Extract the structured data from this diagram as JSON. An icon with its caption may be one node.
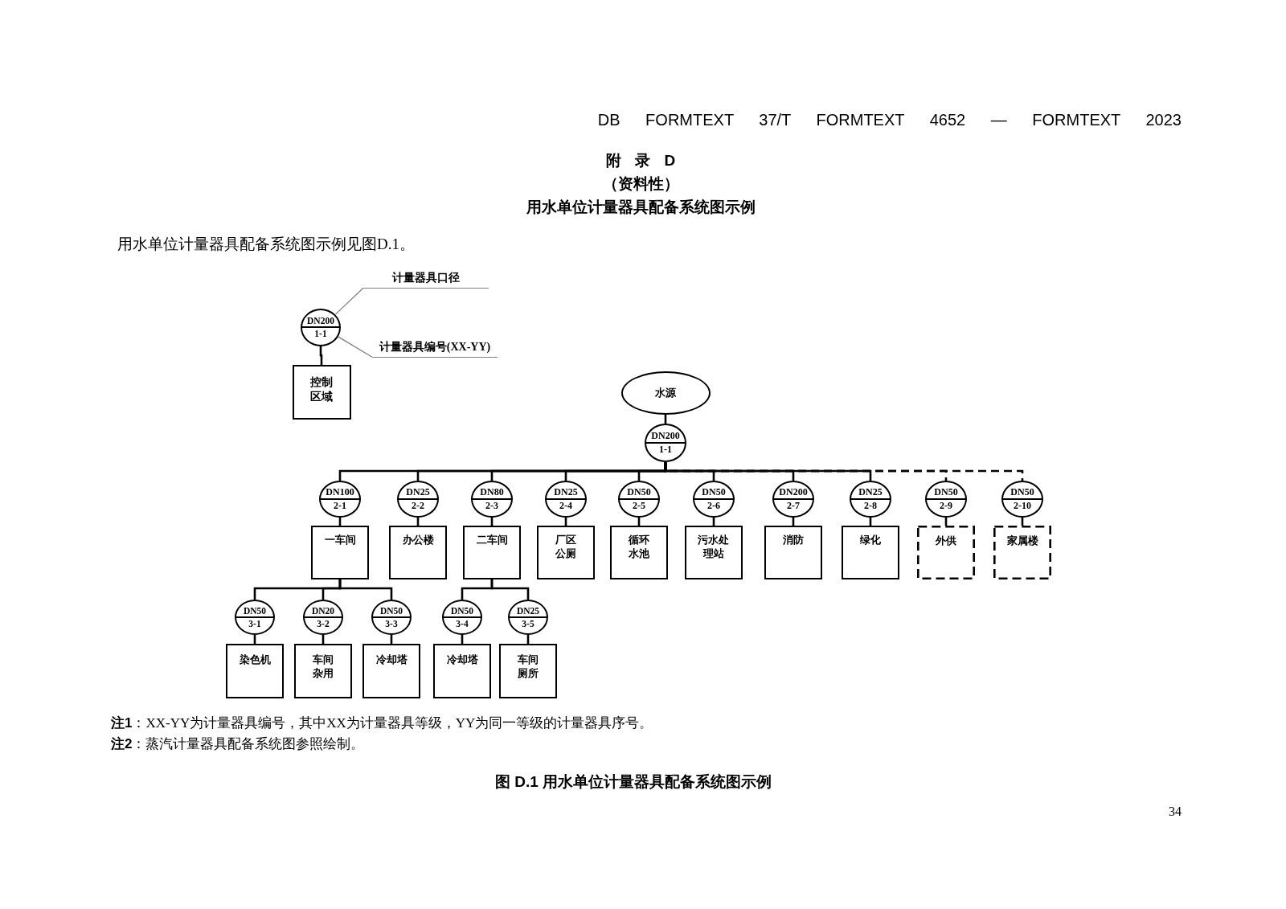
{
  "diagram": {
    "title": "用水单位计量器具配备系统图示例",
    "caption": "图 D.1 用水单位计量器具配备系统图示例",
    "nodes": [
      {
        "text": [
          "计量器具口径"
        ]
      },
      {
        "text": [
          "DN200",
          "1-1"
        ]
      },
      {
        "text": [
          "计量器具编号(XX-YY)"
        ]
      },
      {
        "text": [
          "控制区域"
        ]
      },
      {
        "text": [
          "水源"
        ]
      },
      {
        "text": [
          "DN200",
          "1-1"
        ]
      },
      {
        "text": [
          "DN100",
          "2-1"
        ]
      },
      {
        "text": [
          "DN25",
          "2-2"
        ]
      },
      {
        "text": [
          "DN80",
          "2-3"
        ]
      },
      {
        "text": [
          "DN25",
          "2-4"
        ]
      },
      {
        "text": [
          "DN50",
          "2-5"
        ]
      },
      {
        "text": [
          "DN50",
          "2-6"
        ]
      },
      {
        "text": [
          "DN200",
          "2-7"
        ]
      },
      {
        "text": [
          "DN25",
          "2-8"
        ]
      },
      {
        "text": [
          "DN50",
          "2-9"
        ]
      },
      {
        "text": [
          "DN50",
          "2-10"
        ]
      },
      {
        "text": [
          "一车间"
        ]
      },
      {
        "text": [
          "办公楼"
        ]
      },
      {
        "text": [
          "二车间"
        ]
      },
      {
        "text": [
          "厂区公厕"
        ]
      },
      {
        "text": [
          "循环水池"
        ]
      },
      {
        "text": [
          "污水处理站"
        ]
      },
      {
        "text": [
          "消防"
        ]
      },
      {
        "text": [
          "绿化"
        ]
      },
      {
        "text": [
          "外供"
        ]
      },
      {
        "text": [
          "家属楼"
        ]
      },
      {
        "text": [
          "DN50",
          "3-1"
        ]
      },
      {
        "text": [
          "DN20",
          "3-2"
        ]
      },
      {
        "text": [
          "DN50",
          "3-3"
        ]
      },
      {
        "text": [
          "DN50",
          "3-4"
        ]
      },
      {
        "text": [
          "DN25",
          "3-5"
        ]
      },
      {
        "text": [
          "染色机"
        ]
      },
      {
        "text": [
          "车间杂用"
        ]
      },
      {
        "text": [
          "冷却塔"
        ]
      },
      {
        "text": [
          "冷却塔"
        ]
      },
      {
        "text": [
          "车间厕所"
        ]
      }
    ],
    "edges": [
      {
        "from": 0,
        "to": 1,
        "arrow": "none",
        "color": "#7f7f7f"
      },
      {
        "from": 2,
        "to": 1,
        "arrow": "none",
        "color": "#7f7f7f"
      },
      {
        "from": 1,
        "to": 3,
        "arrow": "none"
      },
      {
        "from": 4,
        "to": 5,
        "arrow": "none"
      },
      {
        "from": 5,
        "to": 6,
        "arrow": "none"
      },
      {
        "from": 5,
        "to": 7,
        "arrow": "none"
      },
      {
        "from": 5,
        "to": 8,
        "arrow": "none"
      },
      {
        "from": 5,
        "to": 9,
        "arrow": "none"
      },
      {
        "from": 5,
        "to": 10,
        "arrow": "none"
      },
      {
        "from": 5,
        "to": 11,
        "arrow": "none"
      },
      {
        "from": 5,
        "to": 12,
        "arrow": "none"
      },
      {
        "from": 5,
        "to": 13,
        "arrow": "none"
      },
      {
        "from": 5,
        "to": 14,
        "arrow": "none",
        "style": "dashed"
      },
      {
        "from": 5,
        "to": 15,
        "arrow": "none",
        "style": "dashed"
      },
      {
        "from": 6,
        "to": 16,
        "arrow": "none"
      },
      {
        "from": 7,
        "to": 17,
        "arrow": "none"
      },
      {
        "from": 8,
        "to": 18,
        "arrow": "none"
      },
      {
        "from": 9,
        "to": 19,
        "arrow": "none"
      },
      {
        "from": 10,
        "to": 20,
        "arrow": "none"
      },
      {
        "from": 11,
        "to": 21,
        "arrow": "none"
      },
      {
        "from": 12,
        "to": 22,
        "arrow": "none"
      },
      {
        "from": 13,
        "to": 23,
        "arrow": "none"
      },
      {
        "from": 14,
        "to": 24,
        "arrow": "none"
      },
      {
        "from": 15,
        "to": 25,
        "arrow": "none"
      },
      {
        "from": 16,
        "to": 26,
        "arrow": "none"
      },
      {
        "from": 16,
        "to": 27,
        "arrow": "none"
      },
      {
        "from": 16,
        "to": 28,
        "arrow": "none"
      },
      {
        "from": 18,
        "to": 29,
        "arrow": "none"
      },
      {
        "from": 18,
        "to": 30,
        "arrow": "none"
      },
      {
        "from": 26,
        "to": 31,
        "arrow": "none"
      },
      {
        "from": 27,
        "to": 32,
        "arrow": "none"
      },
      {
        "from": 28,
        "to": 33,
        "arrow": "none"
      },
      {
        "from": 29,
        "to": 34,
        "arrow": "none"
      },
      {
        "from": 30,
        "to": 35,
        "arrow": "none"
      }
    ],
    "labels": [
      "DB FORMTEXT 37/T FORMTEXT 4652 — FORMTEXT 2023",
      "附 录 D",
      "（资料性）",
      "用水单位计量器具配备系统图示例见图D.1。",
      "**注1**：XX-YY为计量器具编号，其中XX为计量器具等级，YY为同一等级的计量器具序号。",
      "**注2**：蒸汽计量器具配备系统图参照绘制。",
      "34"
    ]
  }
}
